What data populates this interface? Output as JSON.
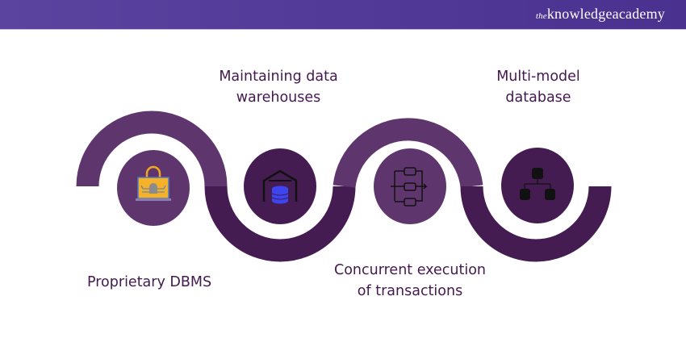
{
  "header": {
    "logo_prefix": "the",
    "logo_main": "knowledgeacademy"
  },
  "colors": {
    "light_purple": "#5e366d",
    "dark_purple": "#451c52",
    "text": "#44194f",
    "header": "#5240a0"
  },
  "steps": [
    {
      "label_lines": [
        "Proprietary DBMS"
      ],
      "icon": "padlock-circuit-icon"
    },
    {
      "label_lines": [
        "Maintaining data",
        "warehouses"
      ],
      "icon": "warehouse-database-icon"
    },
    {
      "label_lines": [
        "Concurrent execution",
        "of transactions"
      ],
      "icon": "parallel-transactions-icon"
    },
    {
      "label_lines": [
        "Multi-model",
        "database"
      ],
      "icon": "database-hierarchy-icon"
    }
  ]
}
